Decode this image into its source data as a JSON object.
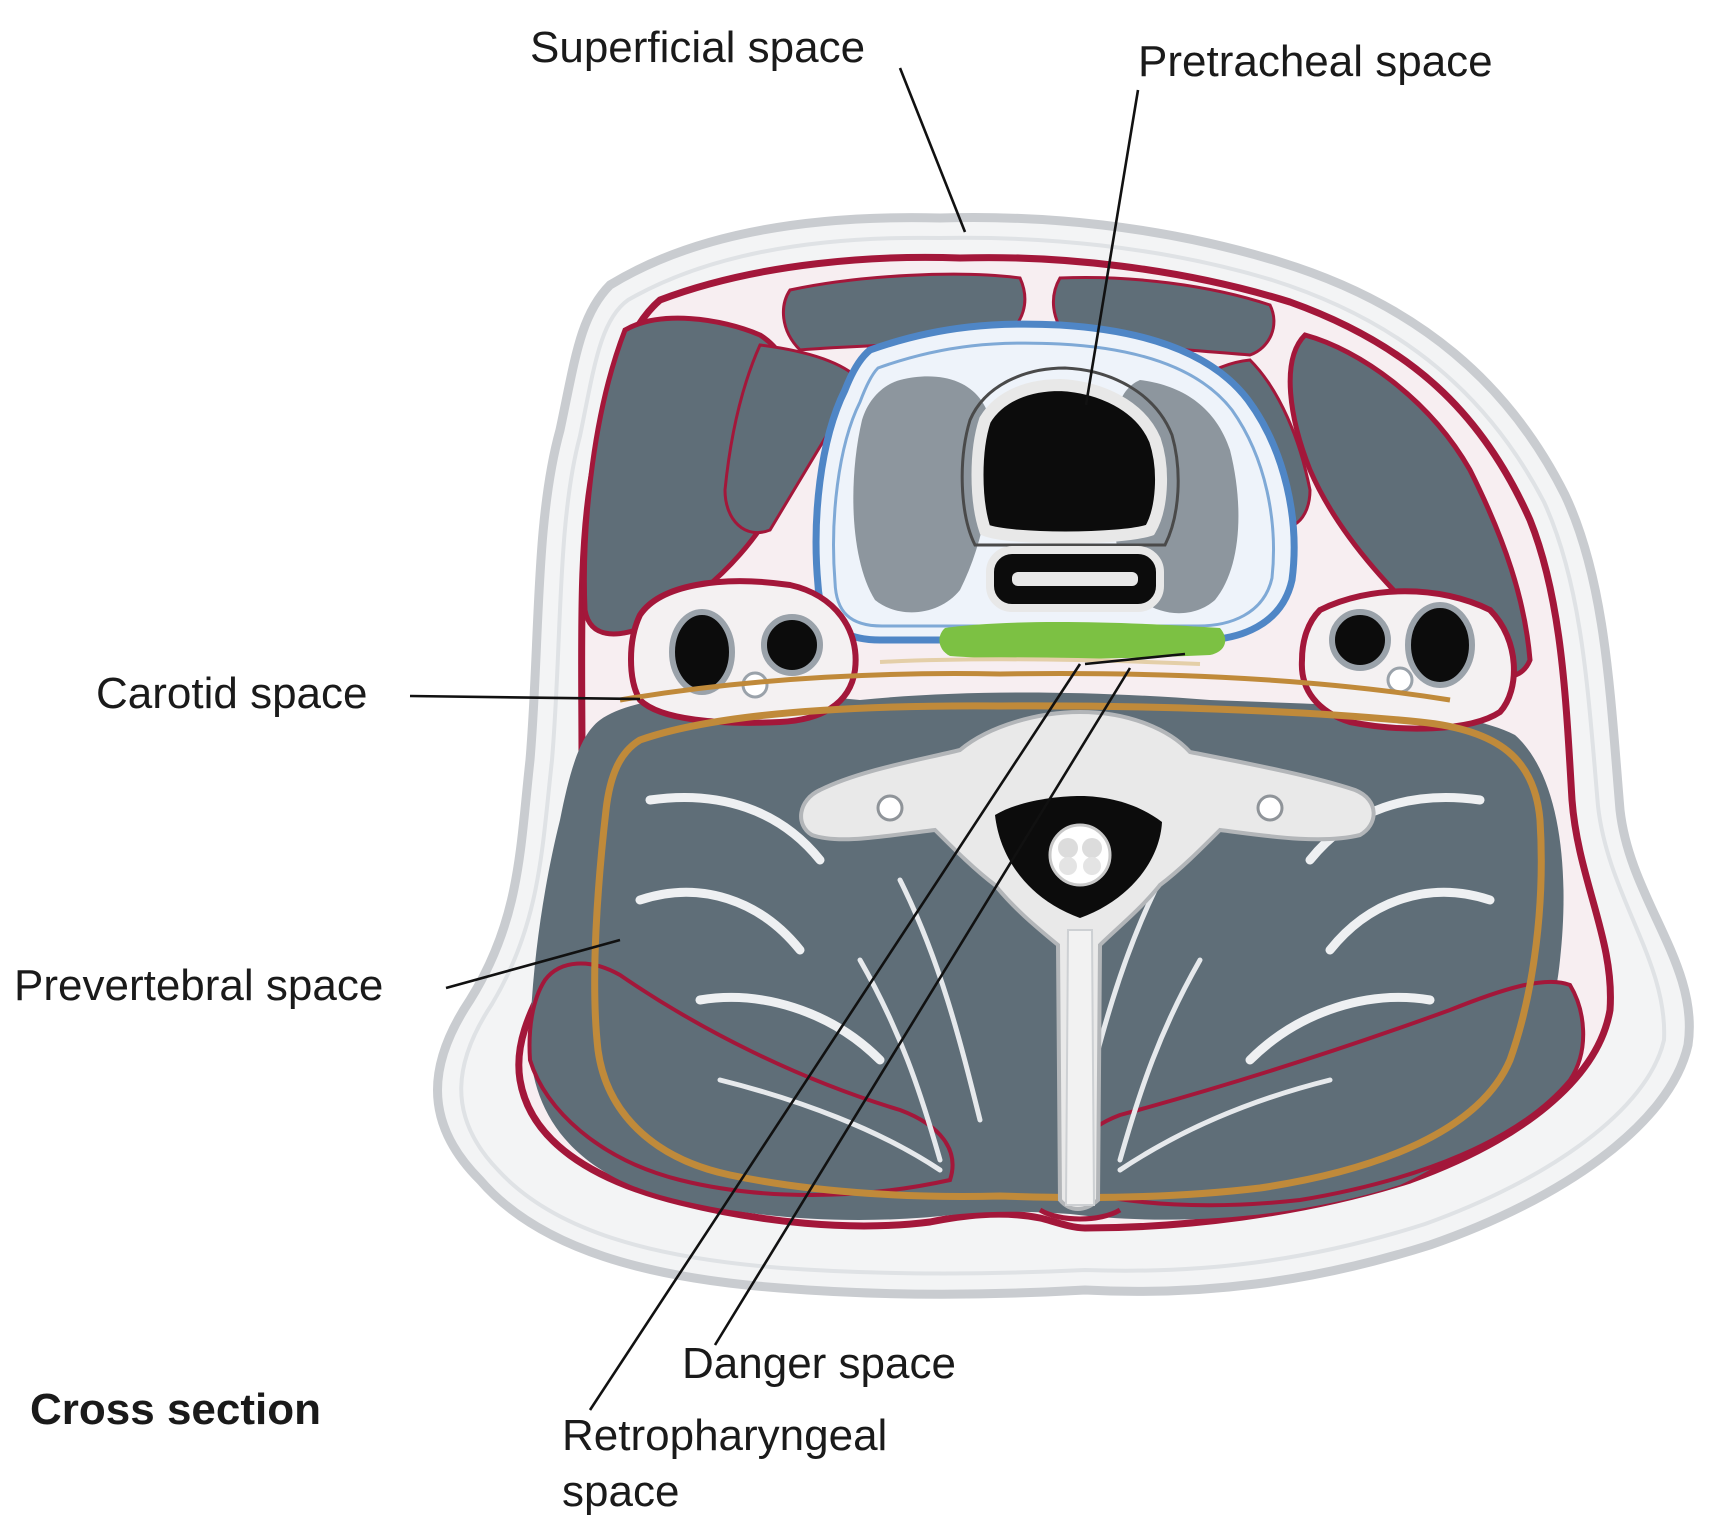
{
  "labels": {
    "superficial_space": "Superficial space",
    "pretracheal_space": "Pretracheal space",
    "carotid_space": "Carotid space",
    "prevertebral_space": "Prevertebral space",
    "danger_space": "Danger space",
    "retropharyngeal_line1": "Retropharyngeal",
    "retropharyngeal_line2": "space",
    "cross_section": "Cross section"
  },
  "colors": {
    "superficial_fascia_outline": "#c9ccd0",
    "investing_fascia": "#a3173a",
    "pretracheal_fascia": "#4f86c6",
    "retropharyngeal_band": "#7cc143",
    "prevertebral_fascia": "#c08a3a",
    "muscle": "#5f6e78",
    "airway": "#0c0c0c",
    "bone": "#e9e9e9"
  }
}
